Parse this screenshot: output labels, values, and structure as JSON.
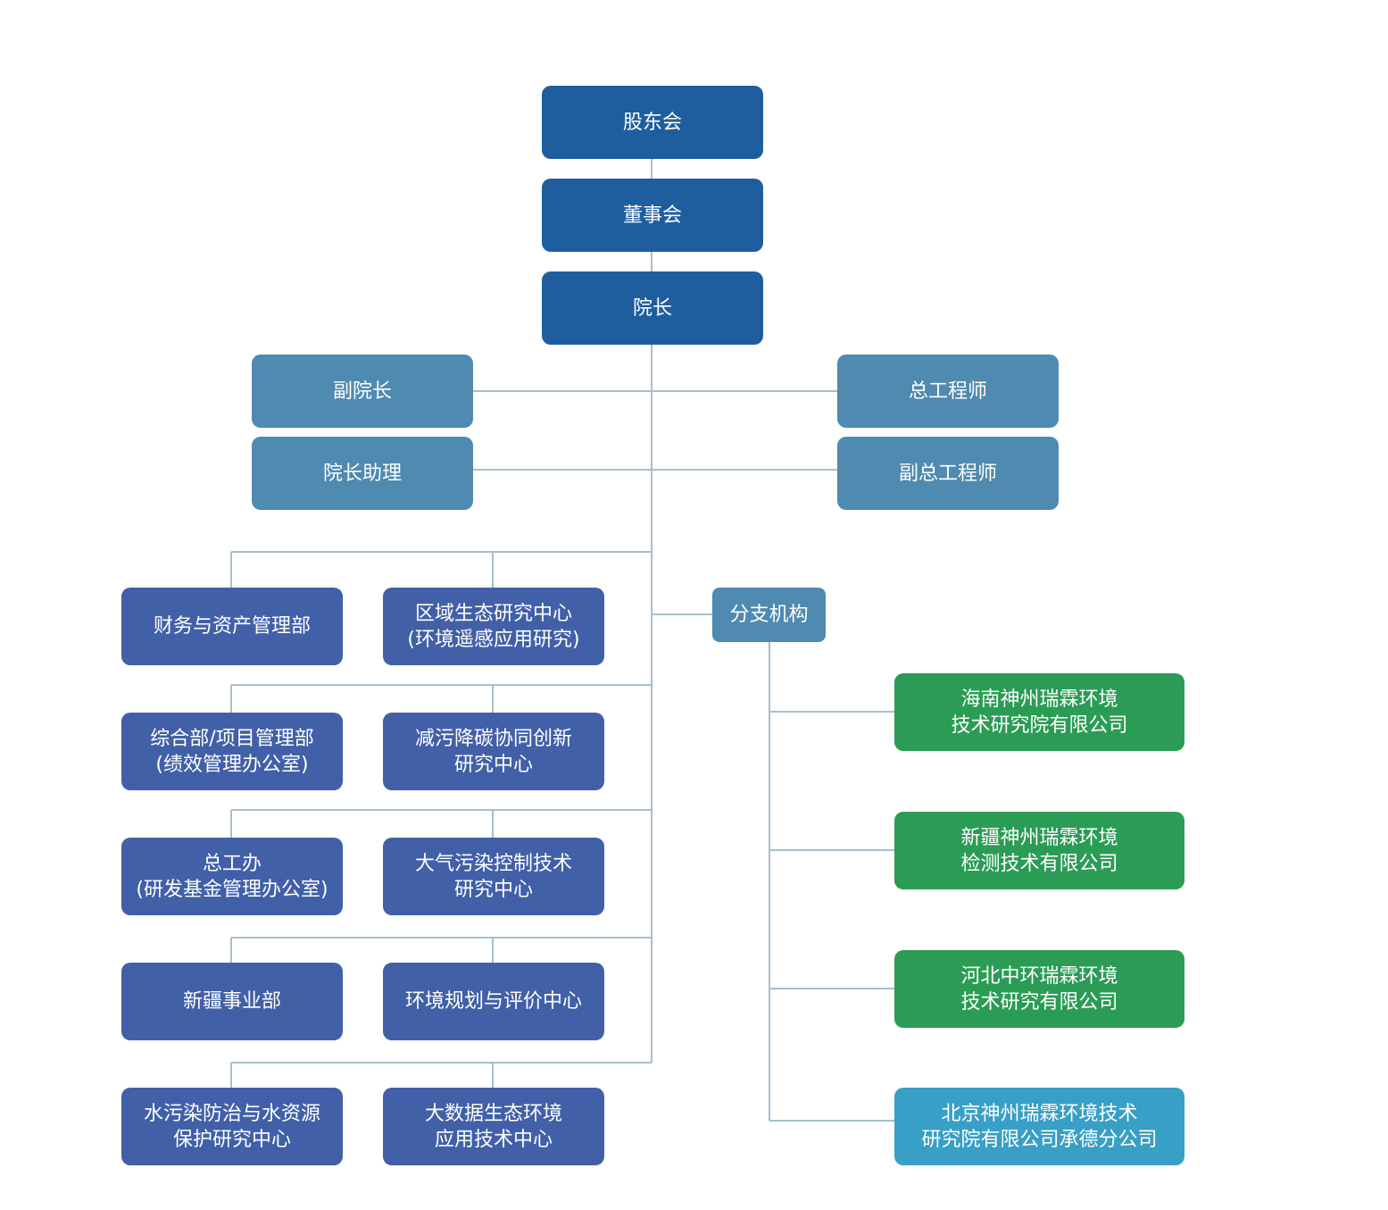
{
  "colors": {
    "leadership": "#1f5e9e",
    "deputies": "#4f8ab0",
    "departments": "#4260a8",
    "subsidiaries": "#2b9c55",
    "branch_office": "#389fc6",
    "connector": "#a7bfcb"
  },
  "leadership": {
    "shareholders": "股东会",
    "board": "董事会",
    "president": "院长"
  },
  "deputies": {
    "vice_president": "副院长",
    "president_assistant": "院长助理",
    "chief_engineer": "总工程师",
    "deputy_chief_engineer": "副总工程师"
  },
  "departments": {
    "left": [
      "财务与资产管理部",
      "综合部/项目管理部\n(绩效管理办公室)",
      "总工办\n(研发基金管理办公室)",
      "新疆事业部",
      "水污染防治与水资源\n保护研究中心"
    ],
    "right": [
      "区域生态研究中心\n(环境遥感应用研究)",
      "减污降碳协同创新\n研究中心",
      "大气污染控制技术\n研究中心",
      "环境规划与评价中心",
      "大数据生态环境\n应用技术中心"
    ]
  },
  "branches": {
    "label": "分支机构",
    "items": [
      "海南神州瑞霖环境\n技术研究院有限公司",
      "新疆神州瑞霖环境\n检测技术有限公司",
      "河北中环瑞霖环境\n技术研究有限公司",
      "北京神州瑞霖环境技术\n研究院有限公司承德分公司"
    ]
  }
}
